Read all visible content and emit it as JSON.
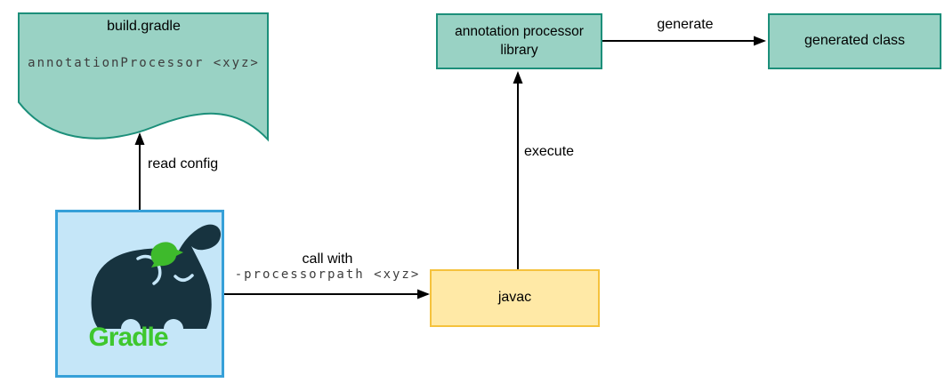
{
  "diagram": {
    "nodes": {
      "build_gradle": {
        "title": "build.gradle",
        "code": "annotationProcessor <xyz>"
      },
      "gradle": {
        "logo_text": "Gradle"
      },
      "javac": {
        "label": "javac"
      },
      "annotation_processor_library": {
        "label": "annotation processor library"
      },
      "generated_class": {
        "label": "generated class"
      }
    },
    "edges": {
      "read_config": {
        "label": "read config"
      },
      "call_with": {
        "label": "call with",
        "code": "-processorpath <xyz>"
      },
      "execute": {
        "label": "execute"
      },
      "generate": {
        "label": "generate"
      }
    },
    "colors": {
      "teal_fill": "#99d2c4",
      "teal_border": "#1c8f7a",
      "yellow_fill": "#ffe9a6",
      "yellow_border": "#f5c23d",
      "blue_fill": "#c5e6f8",
      "blue_border": "#36a0d8",
      "elephant_navy": "#17333f",
      "bird_green": "#3eba2c",
      "gradle_green": "#3ec72e",
      "arrow_color": "#000000",
      "code_text": "#3d3d3d"
    },
    "icons": {
      "gradle_logo": "gradle-elephant-logo"
    }
  }
}
